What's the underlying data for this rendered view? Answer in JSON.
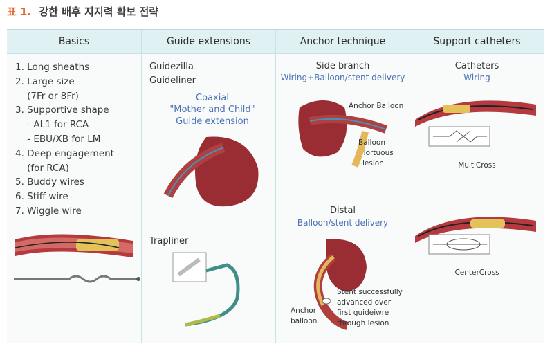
{
  "caption": {
    "number": "표 1.",
    "title": "강한 배후 지지력 확보 전략"
  },
  "columns": [
    {
      "header": "Basics"
    },
    {
      "header": "Guide extensions"
    },
    {
      "header": "Anchor technique"
    },
    {
      "header": "Support catheters"
    }
  ],
  "basics": {
    "items": [
      "1. Long sheaths",
      "2. Large size",
      "    (7Fr or 8Fr)",
      "3. Supportive shape",
      "    - AL1 for RCA",
      "    - EBU/XB for LM",
      "4. Deep engagement",
      "    (for RCA)",
      "5. Buddy wires",
      "6. Stiff wire",
      "7. Wiggle wire"
    ]
  },
  "guide_extensions": {
    "item1": "Guidezilla",
    "item2": "Guideliner",
    "coaxial_lines": [
      "Coaxial",
      "\"Mother and Child\"",
      "Guide extension"
    ],
    "trapliner": "Trapliner"
  },
  "anchor": {
    "side_title": "Side branch",
    "side_subtitle": "Wiring+Balloon/stent delivery",
    "anchor_balloon": "Anchor Balloon",
    "balloon": "Balloon",
    "tortuous_1": "Tortuous",
    "tortuous_2": "lesion",
    "distal_title": "Distal",
    "distal_subtitle": "Balloon/stent delivery",
    "stent_lines": [
      "Stent successfully",
      "advanced over",
      "first guideiwre",
      "through lesion"
    ],
    "anchor_lbl_1": "Anchor",
    "anchor_lbl_2": "balloon"
  },
  "support": {
    "title": "Catheters",
    "subtitle": "Wiring",
    "multicross": "MultiCross",
    "centercross": "CenterCross"
  },
  "colors": {
    "header_bg": "#dff1f3",
    "accent_blue": "#4b72b5",
    "caption_orange": "#e0662a",
    "vessel_red": "#a8343a"
  },
  "icons": [
    "vessel-illustration",
    "wiggle-wire-illustration",
    "heart-illustration",
    "catheter-illustration"
  ]
}
